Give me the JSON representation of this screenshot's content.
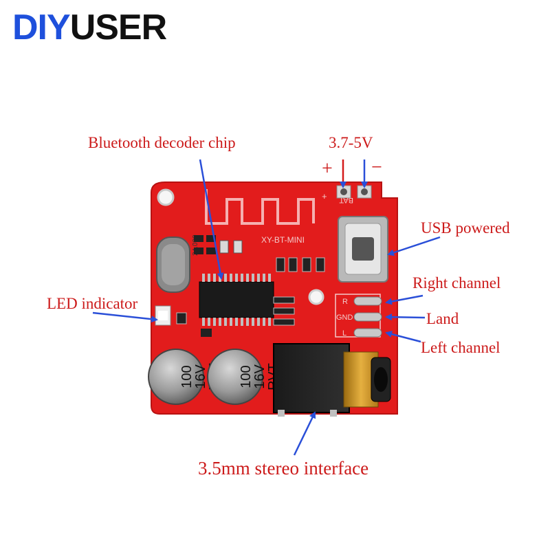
{
  "brand": {
    "part1": "DIY",
    "part2": "USER",
    "color_primary": "#1e50dc",
    "color_secondary": "#111111"
  },
  "labels": {
    "chip": "Bluetooth decoder chip",
    "voltage": "3.7-5V",
    "plus": "+",
    "minus": "−",
    "usb": "USB powered",
    "right": "Right channel",
    "land": "Land",
    "left": "Left channel",
    "led": "LED indicator",
    "jack": "3.5mm stereo interface"
  },
  "board_text": {
    "model": "XY-BT-MINI",
    "bat": "BAT",
    "crystal": "24.000",
    "pin_r": "R",
    "pin_gnd": "GND",
    "pin_l": "L",
    "cap_val": "100",
    "cap_v": "16V",
    "cap_type": "RVT",
    "pcb_plus": "+"
  },
  "colors": {
    "label_text": "#cc1a1a",
    "arrow": "#2a4fd8",
    "pcb": "#e21c1c"
  }
}
